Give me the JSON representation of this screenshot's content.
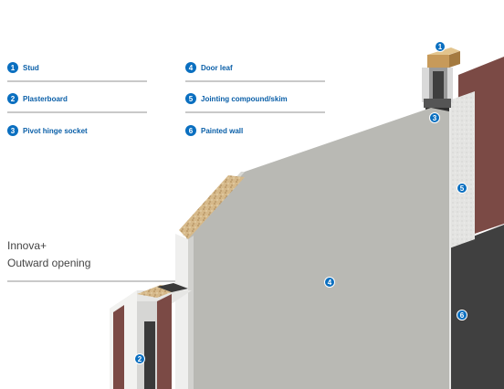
{
  "legend": {
    "items": [
      {
        "num": "1",
        "label": "Stud"
      },
      {
        "num": "2",
        "label": "Plasterboard"
      },
      {
        "num": "3",
        "label": "Pivot hinge socket"
      },
      {
        "num": "4",
        "label": "Door leaf"
      },
      {
        "num": "5",
        "label": "Jointing compound/skim"
      },
      {
        "num": "6",
        "label": "Painted wall"
      }
    ]
  },
  "title": {
    "product": "Innova+",
    "subtitle": "Outward opening"
  },
  "markers": [
    "1",
    "3",
    "5",
    "4",
    "6",
    "2"
  ],
  "colors": {
    "accent": "#0a6fc0",
    "door": "#b9b9b4",
    "wall_dark": "#3f3f3f",
    "wall_red": "#7b4a45"
  }
}
